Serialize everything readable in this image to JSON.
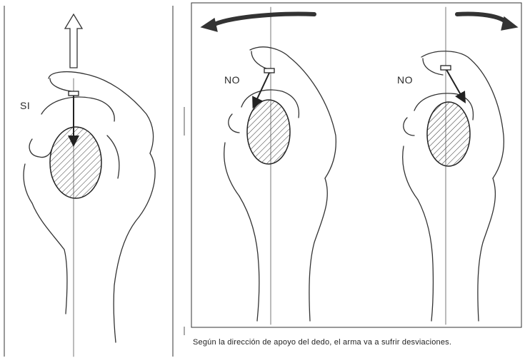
{
  "labels": {
    "correct": "SI",
    "wrong_left": "NO",
    "wrong_right": "NO"
  },
  "caption": "Según la dirección de apoyo del dedo, el arma va a sufrir desviaciones."
}
